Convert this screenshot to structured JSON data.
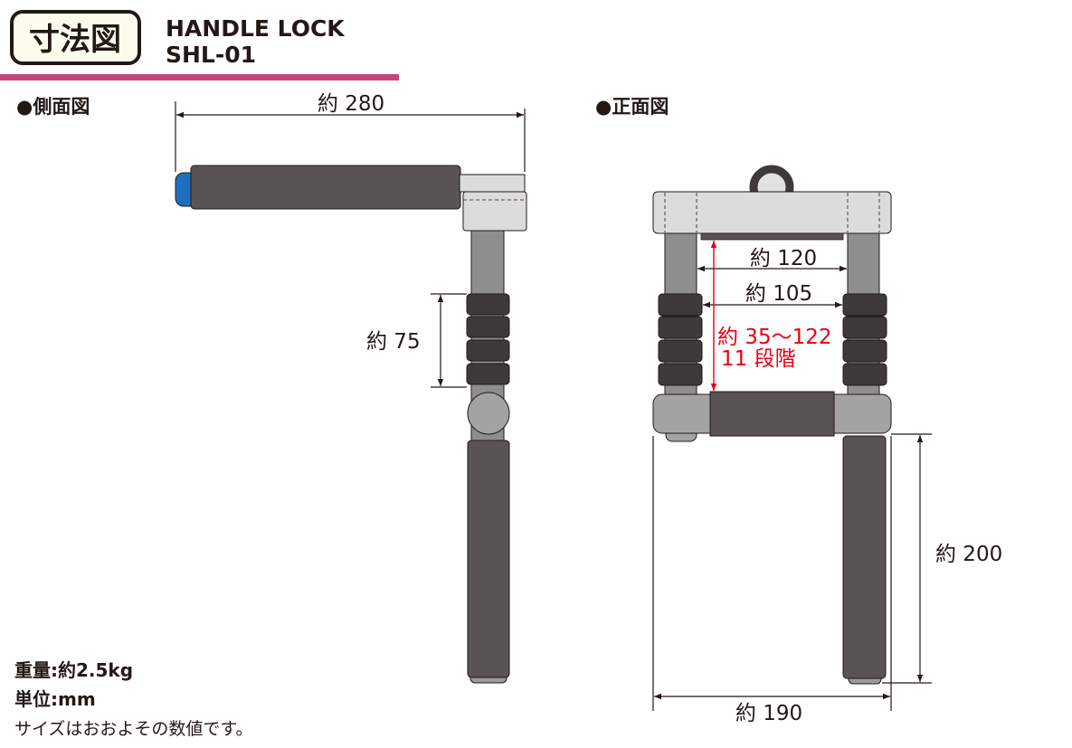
{
  "header": {
    "badge": "寸法図",
    "title_line1": "HANDLE LOCK",
    "title_line2": "SHL-01",
    "accent_color": "#c0497c"
  },
  "side_view": {
    "label": "●側面図",
    "dim_length": "約 280",
    "dim_collar": "約 75"
  },
  "front_view": {
    "label": "●正面図",
    "dim_outer_top": "約 120",
    "dim_inner_top": "約 105",
    "dim_adjust_range": "約 35～122",
    "dim_adjust_steps": "11 段階",
    "dim_width": "約 190",
    "dim_height": "約 200",
    "highlight_color": "#e60012"
  },
  "notes": {
    "weight": "重量:約2.5kg",
    "unit": "単位:mm",
    "disclaimer": "サイズはおおよその数値です。"
  }
}
